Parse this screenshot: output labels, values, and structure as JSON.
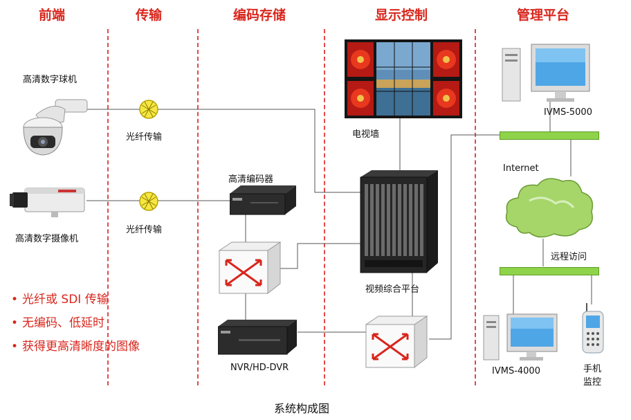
{
  "columns": {
    "frontend": "前端",
    "transmission": "传输",
    "storage": "编码存储",
    "display": "显示控制",
    "management": "管理平台"
  },
  "nodes": {
    "hd_dome_camera": "高清数字球机",
    "hd_box_camera": "高清数字摄像机",
    "fiber_1": "光纤传输",
    "fiber_2": "光纤传输",
    "hd_encoder": "高清编码器",
    "nvr": "NVR/HD-DVR",
    "tv_wall": "电视墙",
    "video_platform": "视频综合平台",
    "ivms5000": "IVMS-5000",
    "internet": "Internet",
    "remote_access": "远程访问",
    "ivms4000": "IVMS-4000",
    "mobile_1": "手机",
    "mobile_2": "监控"
  },
  "features": [
    "光纤或 SDI 传输",
    "无编码、低延时",
    "获得更高清晰度的图像"
  ],
  "bullet": "•",
  "caption": "系统构成图",
  "colors": {
    "accent": "#d8261c",
    "network_bar": "#8fd34a",
    "divider": "#e0494a"
  }
}
